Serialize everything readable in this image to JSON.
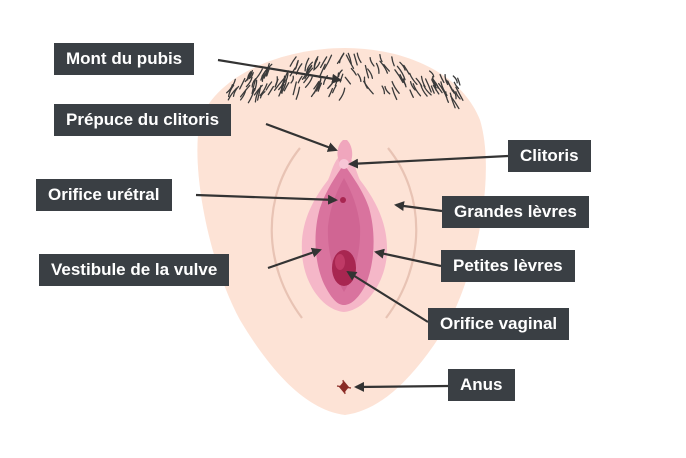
{
  "labels": {
    "mons_pubis": "Mont du pubis",
    "clitoral_hood": "Prépuce du clitoris",
    "urethral_opening": "Orifice urétral",
    "vestibule": "Vestibule de la vulve",
    "clitoris": "Clitoris",
    "labia_majora": "Grandes lèvres",
    "labia_minora": "Petites lèvres",
    "vaginal_opening": "Orifice vaginal",
    "anus": "Anus"
  },
  "colors": {
    "skin": "#fde3d6",
    "labia_outline": "#e8c3b4",
    "outer_pink": "#f5b7c8",
    "inner_pink": "#d9739e",
    "vestibule": "#cc5f8f",
    "vaginal_opening": "#a82651",
    "urethra": "#a82651",
    "hair": "#3a3a3a",
    "label_background": "#3a3f44",
    "label_text": "#ffffff",
    "arrow": "#333333",
    "anus": "#8a2b25"
  }
}
